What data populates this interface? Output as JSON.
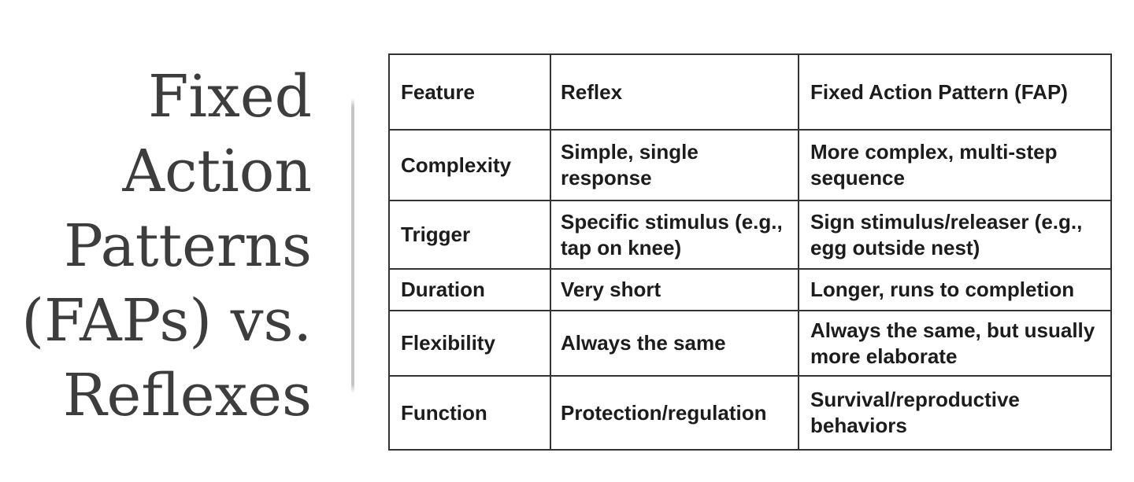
{
  "colors": {
    "title": "#3d3d3d",
    "divider": "#c4c4c4",
    "table_border": "#333333",
    "cell_text": "#1c1c1c",
    "background": "#ffffff"
  },
  "title": {
    "text": "Fixed Action Patterns (FAPs) vs. Reflexes",
    "lines": [
      "Fixed",
      "Action",
      "Patterns",
      "(FAPs) vs.",
      "Reflexes"
    ]
  },
  "table": {
    "headers": [
      "Feature",
      "Reflex",
      "Fixed Action Pattern (FAP)"
    ],
    "rows": [
      {
        "feature": "Complexity",
        "reflex": "Simple, single\nresponse",
        "fap": "More complex, multi-step\nsequence"
      },
      {
        "feature": "Trigger",
        "reflex": "Specific stimulus (e.g.,\ntap on knee)",
        "fap": "Sign stimulus/releaser (e.g.,\negg outside nest)"
      },
      {
        "feature": "Duration",
        "reflex": "Very short",
        "fap": "Longer, runs to completion"
      },
      {
        "feature": "Flexibility",
        "reflex": "Always the same",
        "fap": "Always the same, but usually\nmore elaborate"
      },
      {
        "feature": "Function",
        "reflex": "Protection/regulation",
        "fap": "Survival/reproductive\nbehaviors"
      }
    ]
  }
}
